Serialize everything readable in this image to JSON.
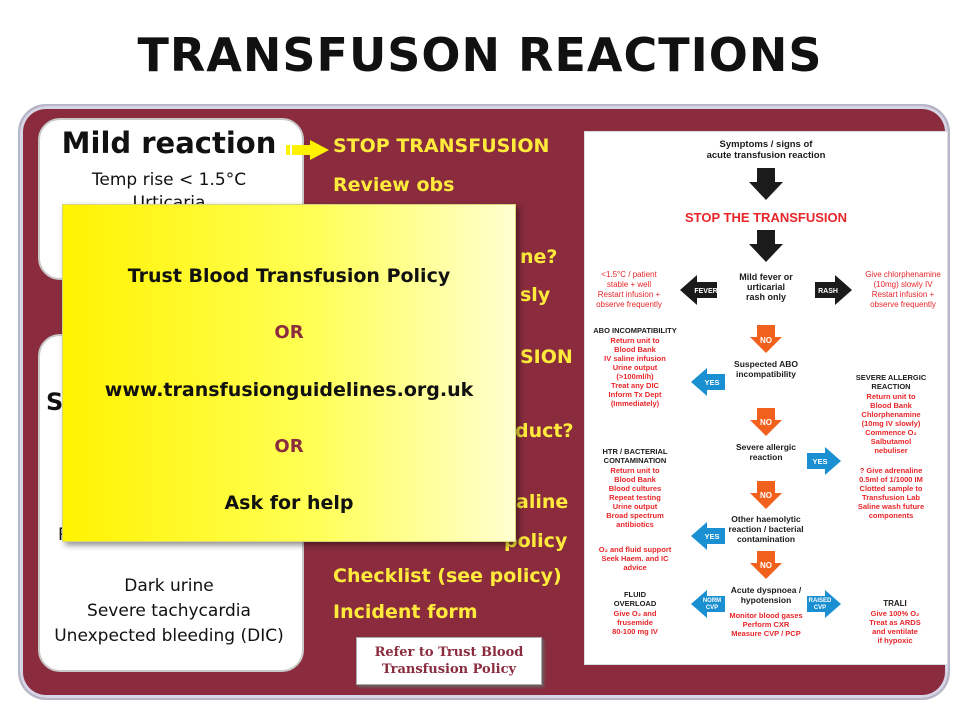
{
  "slide": {
    "title": "TRANSFUSON REACTIONS"
  },
  "mild": {
    "title": "Mild reaction",
    "lines": [
      "Temp rise < 1.5°C",
      "Urticaria"
    ]
  },
  "severe": {
    "title_fragment": "S",
    "lines": [
      "R",
      "Dark urine",
      "Severe tachycardia",
      "Unexpected bleeding (DIC)"
    ]
  },
  "steps": [
    "STOP TRANSFUSION",
    "Review obs",
    "ne?",
    "sly",
    "SION",
    "duct?",
    "aline",
    "policy",
    "Checklist (see policy)",
    "Incident form"
  ],
  "refer_note": "Refer to Trust Blood Transfusion Policy",
  "overlay": {
    "line1": "Trust Blood Transfusion Policy",
    "or1": "OR",
    "line2": "www.transfusionguidelines.org.uk",
    "or2": "OR",
    "line3": "Ask for help"
  },
  "flowchart": {
    "header": [
      "Symptoms / signs of",
      "acute transfusion reaction"
    ],
    "stop": "STOP THE TRANSFUSION",
    "mild_center": [
      "Mild  fever or",
      "urticarial",
      "rash only"
    ],
    "fever_label": "FEVER",
    "rash_label": "RASH",
    "fever_text": [
      "<1.5°C / patient",
      "stable + well",
      "Restart infusion +",
      "observe frequently"
    ],
    "rash_text": [
      "Give chlorphenamine",
      "(10mg) slowly IV",
      "Restart infusion +",
      "observe frequently"
    ],
    "abo_title": "ABO INCOMPATIBILITY",
    "abo_text": [
      "Return unit to",
      "Blood Bank",
      "IV saline infusion",
      "Urine output",
      "(>100ml/h)",
      "Treat any DIC",
      "Inform Tx Dept",
      "(Immediately)"
    ],
    "q_abo": [
      "Suspected ABO",
      "incompatibility"
    ],
    "allergic_title": [
      "SEVERE ALLERGIC",
      "REACTION"
    ],
    "allergic_text": [
      "Return unit to",
      "Blood Bank",
      "Chlorphenamine",
      "(10mg IV slowly)",
      "Commence O₂",
      "Salbutamol",
      "nebuliser",
      "? Give adrenaline",
      "0.5ml of 1/1000 IM",
      "Clotted sample to",
      "Transfusion Lab",
      "Saline wash future",
      "components"
    ],
    "q_allergic": [
      "Severe allergic",
      "reaction"
    ],
    "htr_title": [
      "HTR / BACTERIAL",
      "CONTAMINATION"
    ],
    "htr_text": [
      "Return unit to",
      "Blood Bank",
      "Blood cultures",
      "Repeat testing",
      "Urine output",
      "Broad spectrum",
      "antibiotics",
      "O₂ and fluid support",
      "Seek Haem. and IC",
      "advice"
    ],
    "q_htr": [
      "Other haemolytic",
      "reaction / bacterial",
      "contamination"
    ],
    "overload_title": [
      "FLUID",
      "OVERLOAD"
    ],
    "overload_text": [
      "Give O₂ and",
      "frusemide",
      "80-100 mg IV"
    ],
    "q_dyspnoea": [
      "Acute dyspnoea /",
      "hypotension"
    ],
    "dyspnoea_text": [
      "Monitor blood gases",
      "Perform CXR",
      "Measure CVP / PCP"
    ],
    "trali_title": "TRALI",
    "trali_text": [
      "Give 100% O₂",
      "Treat as ARDS",
      "and ventilate",
      "if hypoxic"
    ],
    "no_label": "NO",
    "yes_label": "YES",
    "norm_cvp": [
      "NORM",
      "CVP"
    ],
    "raised_cvp": [
      "RAISED",
      "CVP"
    ],
    "colors": {
      "red": "#e8262a",
      "orange": "#f2601d",
      "blue": "#1a8fd1",
      "dark": "#1b1b1b"
    }
  }
}
